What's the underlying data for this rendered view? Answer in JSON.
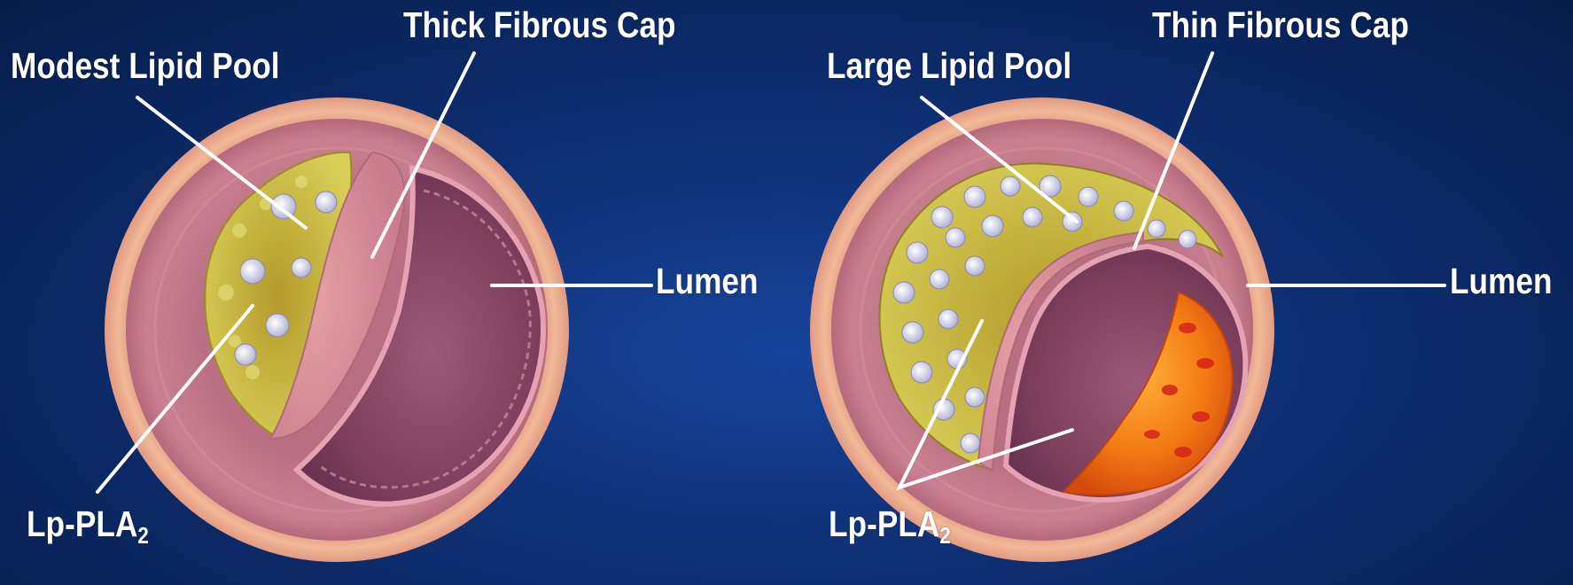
{
  "left_panel": {
    "labels": {
      "lipid_pool": "Modest Lipid Pool",
      "fibrous_cap": "Thick Fibrous Cap",
      "lumen": "Lumen",
      "enzyme": "Lp-PLA",
      "enzyme_subscript": "2"
    }
  },
  "right_panel": {
    "labels": {
      "lipid_pool": "Large Lipid Pool",
      "fibrous_cap": "Thin Fibrous Cap",
      "lumen": "Lumen",
      "enzyme": "Lp-PLA",
      "enzyme_subscript": "2"
    }
  },
  "colors": {
    "background": "#0e2f73",
    "adventitia": "#e8a98c",
    "media": "#c27788",
    "lipid": "#cfc24a",
    "lumen": "#8a4a66",
    "thrombus": "#f06a12",
    "label": "#ffffff"
  }
}
